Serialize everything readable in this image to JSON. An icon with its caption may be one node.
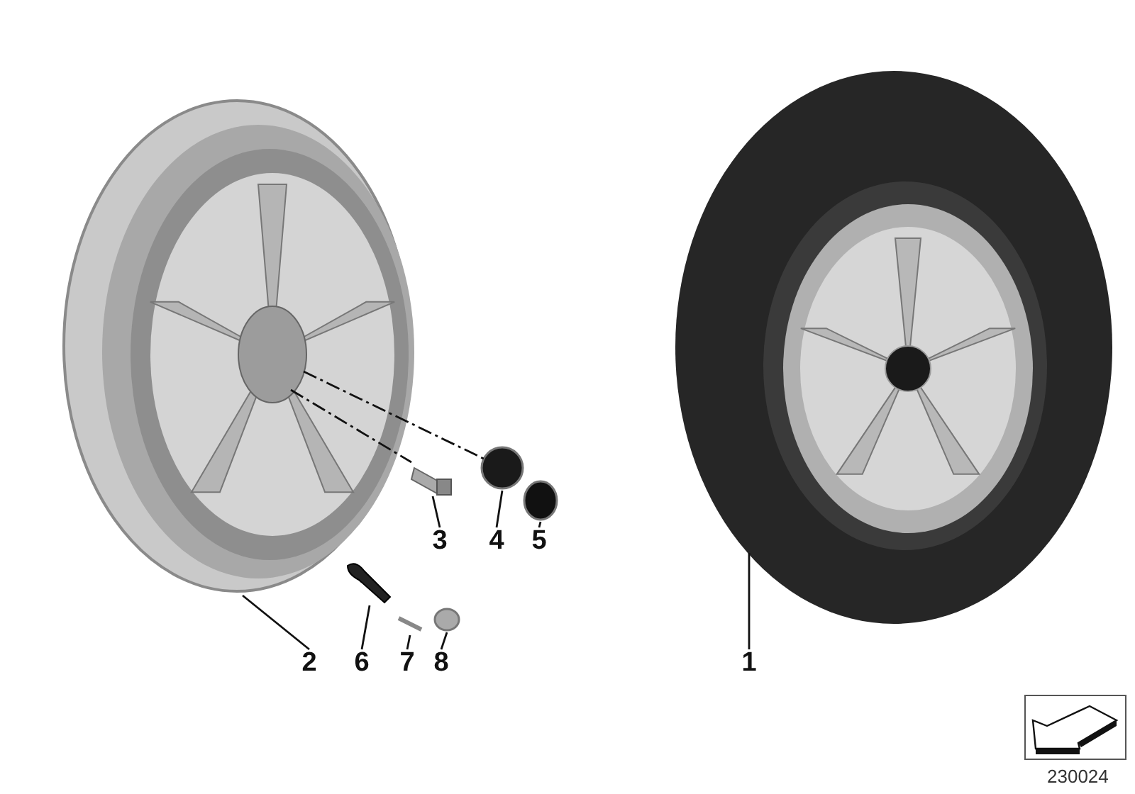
{
  "diagram": {
    "nodes": [
      {
        "text": [
          "3"
        ]
      },
      {
        "text": [
          "4"
        ]
      },
      {
        "text": [
          "5"
        ]
      },
      {
        "text": [
          "2"
        ]
      },
      {
        "text": [
          "6"
        ]
      },
      {
        "text": [
          "7"
        ]
      },
      {
        "text": [
          "8"
        ]
      },
      {
        "text": [
          "1"
        ]
      },
      {
        "text": [],
        "shape": "picture"
      },
      {
        "text": [],
        "shape": "picture"
      },
      {
        "text": [],
        "shape": "picture"
      },
      {
        "text": [],
        "shape": "picture"
      },
      {
        "text": [],
        "shape": "circle"
      },
      {
        "text": [],
        "shape": "circle"
      },
      {
        "text": [],
        "shape": "circle"
      },
      {
        "text": [],
        "shape": "picture"
      }
    ],
    "edges": [
      {
        "from": 0,
        "to": 9,
        "arrow": "none"
      },
      {
        "from": 1,
        "to": 13,
        "arrow": "none"
      },
      {
        "from": 2,
        "to": 14,
        "arrow": "none"
      },
      {
        "from": 3,
        "to": 8,
        "arrow": "none"
      },
      {
        "from": 4,
        "to": 10,
        "arrow": "none"
      },
      {
        "from": 5,
        "to": 11,
        "arrow": "none"
      },
      {
        "from": 6,
        "to": 12,
        "arrow": "none"
      },
      {
        "from": 7,
        "to": 15,
        "arrow": "none"
      },
      {
        "from": 8,
        "to": 13,
        "arrow": "none",
        "style": "dashed"
      },
      {
        "from": 8,
        "to": 9,
        "arrow": "none",
        "style": "dashed"
      }
    ],
    "labels": [
      "230024"
    ]
  }
}
